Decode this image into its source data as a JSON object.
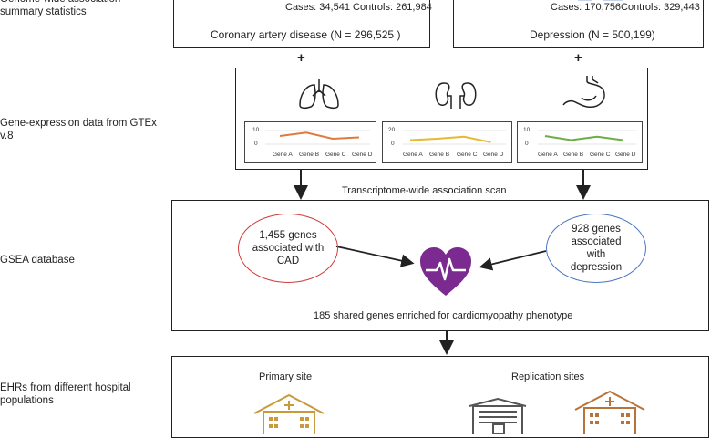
{
  "left_labels": {
    "gwas": "Genome-wide association summary statistics",
    "gtex": "Gene-expression data from GTEx v.8",
    "gsea": "GSEA database",
    "ehr": "EHRs from different hospital populations"
  },
  "gwas": {
    "cad": {
      "cases": "Cases: 34,541",
      "controls": "Controls: 261,984",
      "title": "Coronary artery disease (N = 296,525 )"
    },
    "depression": {
      "cases": "Cases: 170,756",
      "controls": "Controls: 329,443",
      "title": "Depression (N = 500,199)"
    }
  },
  "plus": "+",
  "expression_panels": [
    {
      "tissue": "lung-icon",
      "ymax": "10",
      "ymin": "0",
      "color": "#e07a3a",
      "genes": [
        "Gene A",
        "Gene B",
        "Gene C",
        "Gene D"
      ],
      "values": [
        6,
        8.5,
        4,
        5
      ]
    },
    {
      "tissue": "kidney-icon",
      "ymax": "20",
      "ymin": "0",
      "color": "#e8b830",
      "genes": [
        "Gene A",
        "Gene B",
        "Gene C",
        "Gene D"
      ],
      "values": [
        6,
        8,
        11,
        3
      ]
    },
    {
      "tissue": "stomach-icon",
      "ymax": "10",
      "ymin": "0",
      "color": "#6aae45",
      "genes": [
        "Gene A",
        "Gene B",
        "Gene C",
        "Gene D"
      ],
      "values": [
        6,
        3,
        5.5,
        3
      ]
    }
  ],
  "twas_label": "Transcriptome-wide association scan",
  "gsea": {
    "cad_genes": "1,455 genes associated with CAD",
    "dep_genes": "928 genes associated with depression",
    "shared": "185 shared genes enriched for cardiomyopathy phenotype",
    "cad_color": "#d23b3b",
    "dep_color": "#4a77c2",
    "heart_color": "#7b2a8f"
  },
  "ehr": {
    "primary": "Primary site",
    "replication": "Replication sites"
  }
}
